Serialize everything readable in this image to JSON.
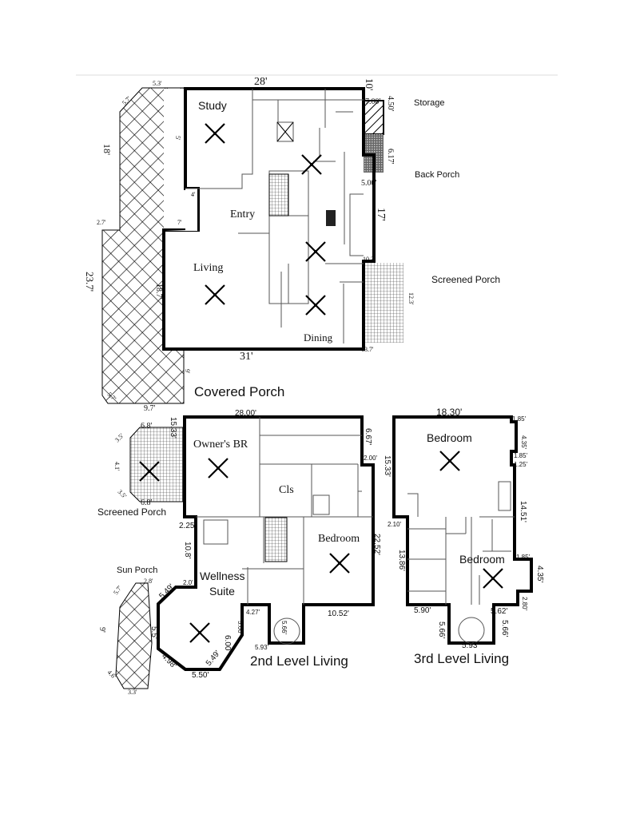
{
  "first_level": {
    "rooms": {
      "study": "Study",
      "entry": "Entry",
      "living": "Living",
      "dining": "Dining"
    },
    "porches": {
      "storage": "Storage",
      "back_porch": "Back Porch",
      "screened_porch": "Screened Porch",
      "covered_porch": "Covered Porch"
    },
    "dims": {
      "top": "28'",
      "bottom": "31'",
      "right": "17'",
      "ten": "10'",
      "storage_w": "7.00'",
      "storage_h": "4.50'",
      "back_h": "6.17'",
      "back_w": "5.00'",
      "screen_w": "10.3'",
      "screen_h": "12.3'",
      "corner": "13.7'",
      "cp_top": "5.3'",
      "cp_diag": "5.7'",
      "cp_left": "18'",
      "cp_step": "2.7'",
      "cp_long": "23.7'",
      "cp_bot_diag": "5.7'",
      "cp_nine": "9'",
      "cp_five": "5'",
      "cp_four": "4'",
      "cp_seven": "7'",
      "cp_inner": "18.7'",
      "cp_bottom": "9.7'"
    }
  },
  "second_level": {
    "title": "2nd Level Living",
    "rooms": {
      "owners": "Owner's BR",
      "closet": "Cls",
      "bedroom": "Bedroom",
      "wellness1": "Wellness",
      "wellness2": "Suite"
    },
    "porches": {
      "screened": "Screened Porch",
      "sun": "Sun Porch"
    },
    "dims": {
      "top": "28.00'",
      "r1": "6.67'",
      "r2": "2.00'",
      "right": "22.52'",
      "left_top": "15.33'",
      "sp_top": "6.8'",
      "sp_d1": "3.5'",
      "sp_side": "4.1'",
      "sp_d2": "3.5'",
      "sp_bot": "6.8'",
      "step": "2.25'",
      "wall": "10.8'",
      "two": "2.0'",
      "oct1": "5.49'",
      "oct2": "5.5'",
      "oct3": "4.98'",
      "oct4": "5.50'",
      "oct5": "5.49'",
      "oct6": "6.00'",
      "st1": "4.27'",
      "st2": "5.66'",
      "st3": "5.66'",
      "st4": "5.93'",
      "bottom": "10.52'",
      "sun_top": "2.8'",
      "sun_d": "5.7'",
      "sun_side": "9'",
      "sun_bd": "4.6'",
      "sun_bot": "3.3'"
    }
  },
  "third_level": {
    "title": "3rd Level Living",
    "rooms": {
      "bedroom1": "Bedroom",
      "bedroom2": "Bedroom"
    },
    "dims": {
      "top": "18.30'",
      "a": "1.85'",
      "b": "4.35'",
      "c": "1.85'",
      "d": "1.25'",
      "left": "15.33'",
      "right": "14.51'",
      "e": "2.10'",
      "f": "13.86'",
      "g": "1.85'",
      "h": "4.35'",
      "i": "2.80'",
      "j": "5.90'",
      "k": "5.62'",
      "l": "5.66'",
      "m": "5.66'",
      "n": "5.93'"
    }
  }
}
